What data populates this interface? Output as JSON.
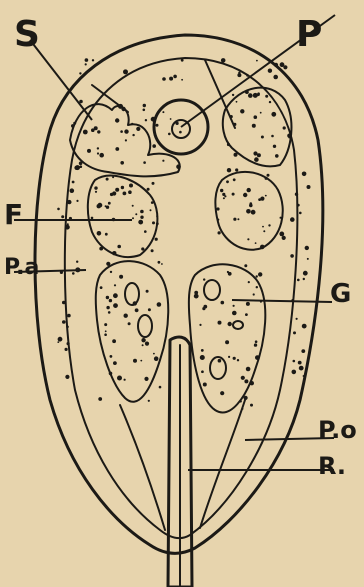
{
  "figure": {
    "labels": {
      "s": "S",
      "p": "P",
      "f": "F",
      "pa": "P.a",
      "g": "G",
      "po": "P.o",
      "r": "R."
    },
    "colors": {
      "paper": "#e7d4ad",
      "ink": "#1c1a16"
    }
  }
}
